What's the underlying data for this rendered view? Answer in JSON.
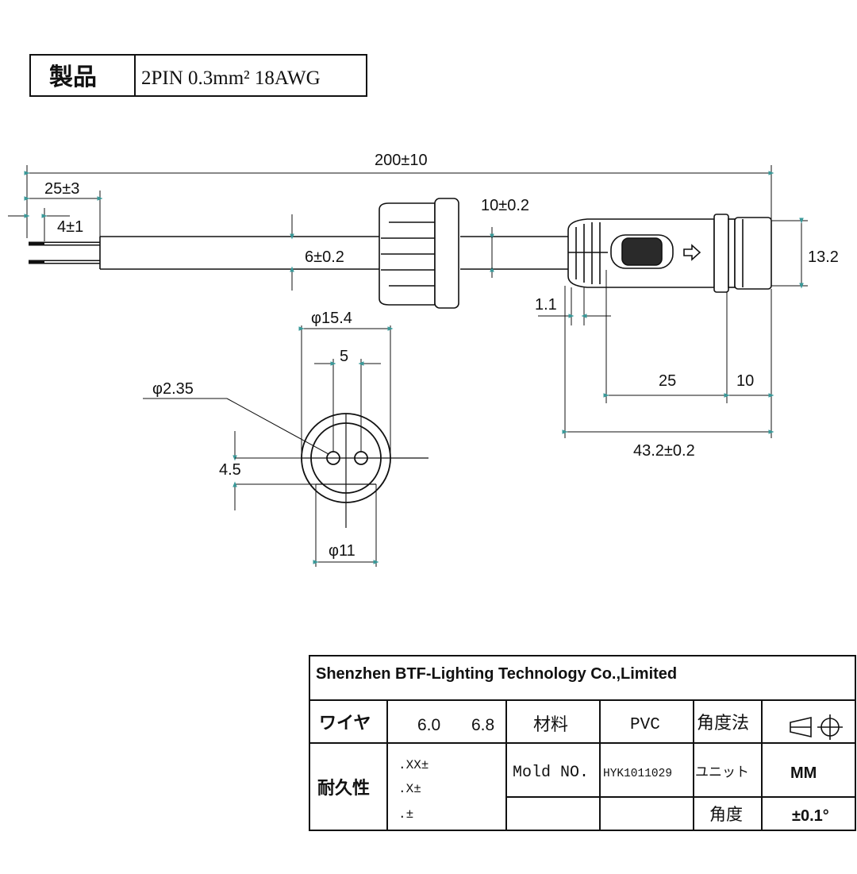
{
  "product_box": {
    "label": "製品",
    "value": "2PIN 0.3mm² 18AWG"
  },
  "dimensions": {
    "total_length": "200±10",
    "strip_length": "25±3",
    "pin_strip": "4±1",
    "cable_dia": "6±0.2",
    "nut_gap": "10±0.2",
    "rib": "1.1",
    "connector_dia": "13.2",
    "nut_outer_dia": "φ15.4",
    "pin_spacing": "5",
    "pin_dia": "φ2.35",
    "key_offset": "4.5",
    "body_dia": "φ11",
    "len_25": "25",
    "len_10": "10",
    "connector_length": "43.2±0.2"
  },
  "title_block": {
    "company": "Shenzhen BTF-Lighting Technology Co.,Limited",
    "wire_label": "ワイヤ",
    "wire_val1": "6.0",
    "wire_val2": "6.8",
    "material_label": "材料",
    "material_value": "PVC",
    "angle_method_label": "角度法",
    "durability_label": "耐久性",
    "tol_xx": ".XX±",
    "tol_x": ".X±",
    "tol_0": ".±",
    "mold_label": "Mold NO.",
    "mold_value": "HYK1011029",
    "unit_label": "ユニット",
    "unit_value": "MM",
    "angle_label": "角度",
    "angle_value": "±0.1°"
  },
  "colors": {
    "line": "#111111",
    "arrow": "#3a9a9a"
  }
}
